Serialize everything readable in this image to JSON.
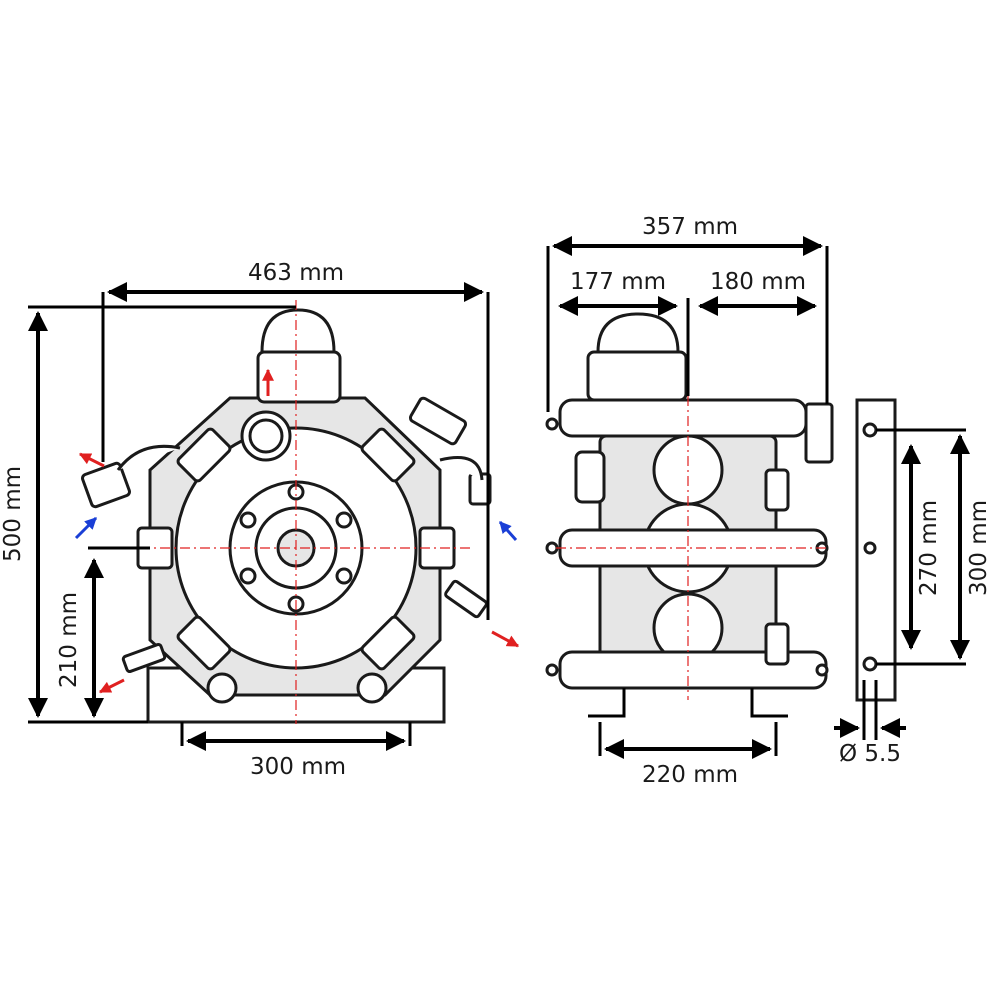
{
  "front_view": {
    "width_label": "463 mm",
    "height_label": "500 mm",
    "shaft_height_label": "210 mm",
    "base_width_label": "300 mm"
  },
  "side_view": {
    "depth_label": "357 mm",
    "left_depth_label": "177 mm",
    "right_depth_label": "180 mm",
    "feet_span_label": "220 mm"
  },
  "bracket_view": {
    "hole_span_inner_label": "270 mm",
    "hole_span_outer_label": "300 mm",
    "hole_diameter_label": "Ø 5.5"
  },
  "colors": {
    "outlet_arrow": "#e02020",
    "inlet_arrow": "#1a3fd6",
    "center_line": "#e02020",
    "outline": "#1a1a1a"
  }
}
